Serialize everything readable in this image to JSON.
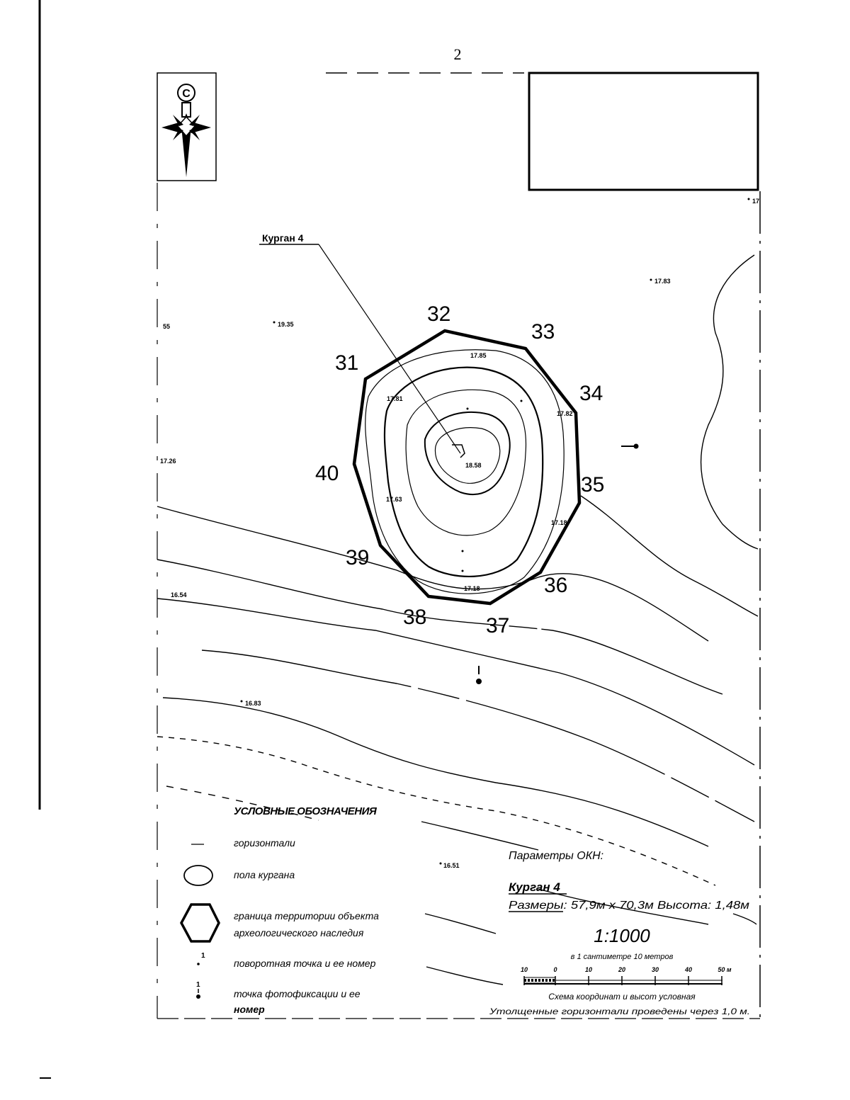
{
  "page_number": "2",
  "compass": {
    "north_letter": "С",
    "icon": "compass-rose-icon"
  },
  "object_label": "Курган 4",
  "boundary_points": [
    {
      "num": "31"
    },
    {
      "num": "32"
    },
    {
      "num": "33"
    },
    {
      "num": "34"
    },
    {
      "num": "35"
    },
    {
      "num": "36"
    },
    {
      "num": "37"
    },
    {
      "num": "38"
    },
    {
      "num": "39"
    },
    {
      "num": "40"
    }
  ],
  "elevations": [
    {
      "text": "17.83"
    },
    {
      "text": "19.35"
    },
    {
      "text": "17.85"
    },
    {
      "text": "17.81"
    },
    {
      "text": "17.82"
    },
    {
      "text": "18.58"
    },
    {
      "text": "17.26"
    },
    {
      "text": "17.63"
    },
    {
      "text": "17.18"
    },
    {
      "text": "17.18"
    },
    {
      "text": "16.54"
    },
    {
      "text": "16.83"
    },
    {
      "text": "16.51"
    },
    {
      "text": "17"
    },
    {
      "text": "55"
    }
  ],
  "legend": {
    "title": "УСЛОВНЫЕ ОБОЗНАЧЕНИЯ",
    "items": [
      {
        "icon": "contour-line-icon",
        "text": "горизонтали"
      },
      {
        "icon": "ellipse-icon",
        "text": "пола кургана"
      },
      {
        "icon": "hexagon-icon",
        "text_line1": "граница территории объекта",
        "text_line2": "археологического наследия"
      },
      {
        "icon": "turning-point-icon",
        "icon_text": "1",
        "text": "поворотная точка и ее номер"
      },
      {
        "icon": "photo-point-icon",
        "icon_text": "1",
        "text_line1": "точка фотофиксации и ее",
        "text_line2": "номер"
      }
    ]
  },
  "params": {
    "heading": "Параметры ОКН:",
    "name": "Курган 4",
    "sizes": "Размеры: 57,9м x 70,3м Высота: 1,48м"
  },
  "scale": {
    "ratio": "1:1000",
    "description": "в 1 сантиметре 10 метров",
    "ticks": [
      "10",
      "0",
      "10",
      "20",
      "30",
      "40",
      "50 м"
    ]
  },
  "notes": {
    "line1": "Схема координат и высот условная",
    "line2": "Утолщенные горизонтали проведены через 1,0 м."
  }
}
